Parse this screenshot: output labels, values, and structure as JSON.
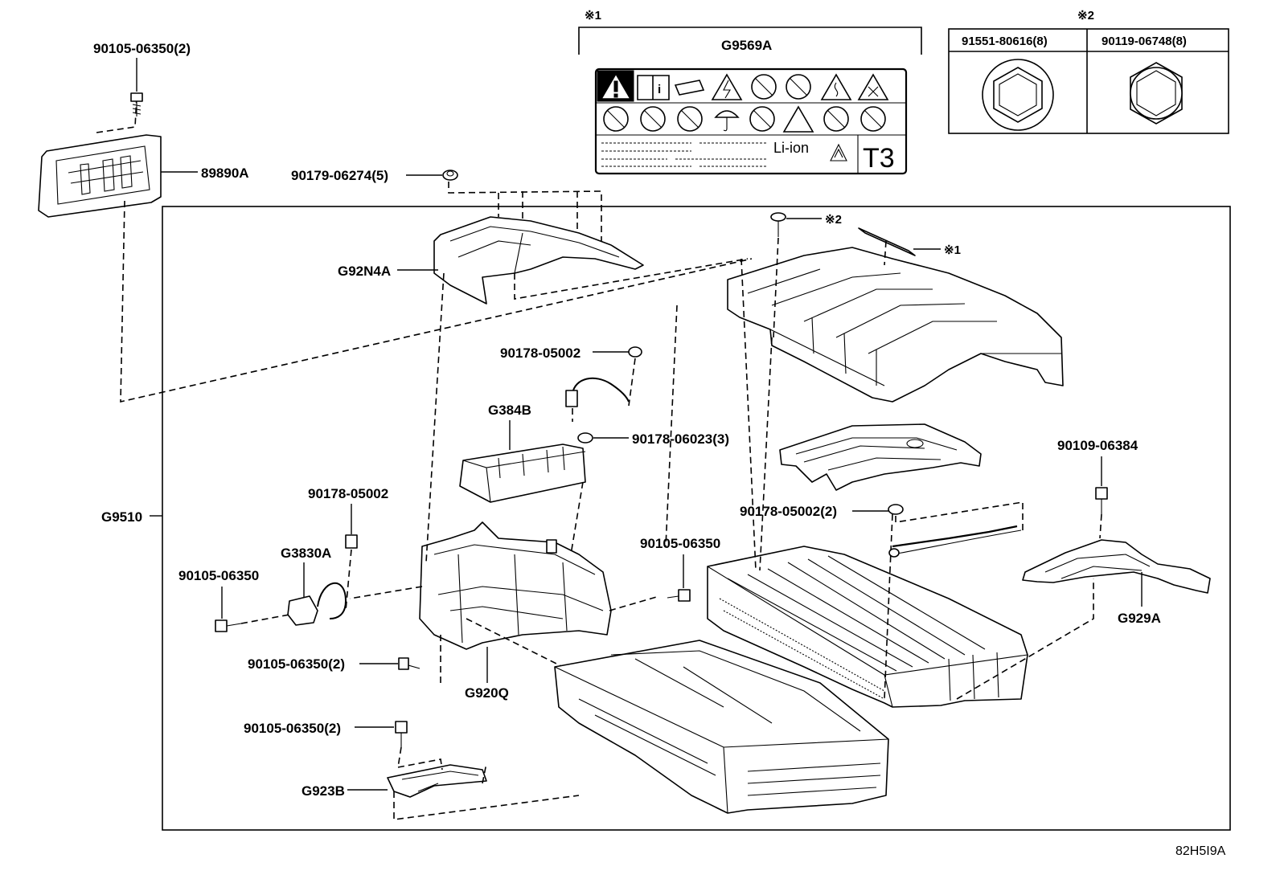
{
  "labels": {
    "p89890A": "89890A",
    "b90105_06350_2_top": "90105-06350(2)",
    "b90179_06274_5": "90179-06274(5)",
    "G92N4A": "G92N4A",
    "G9569A": "G9569A",
    "note1_header": "※1",
    "note2_header": "※2",
    "note1_ref": "※1",
    "note2_ref": "※2",
    "b91551_80616_8": "91551-80616(8)",
    "b90119_06748_8": "90119-06748(8)",
    "G9510": "G9510",
    "b90178_05002_a": "90178-05002",
    "G384B": "G384B",
    "b90178_06023_3": "90178-06023(3)",
    "b90178_05002_b": "90178-05002",
    "G3830A": "G3830A",
    "b90105_06350_left": "90105-06350",
    "b90105_06350_mid": "90105-06350",
    "b90105_06350_2_mid": "90105-06350(2)",
    "G920Q": "G920Q",
    "b90105_06350_2_low": "90105-06350(2)",
    "G923B": "G923B",
    "b90178_05002_2": "90178-05002(2)",
    "b90109_06384": "90109-06384",
    "G929A": "G929A",
    "li_ion": "Li-ion",
    "t3": "T3",
    "diagram_code": "82H5I9A"
  },
  "colors": {
    "ink": "#000000",
    "paper": "#ffffff"
  }
}
